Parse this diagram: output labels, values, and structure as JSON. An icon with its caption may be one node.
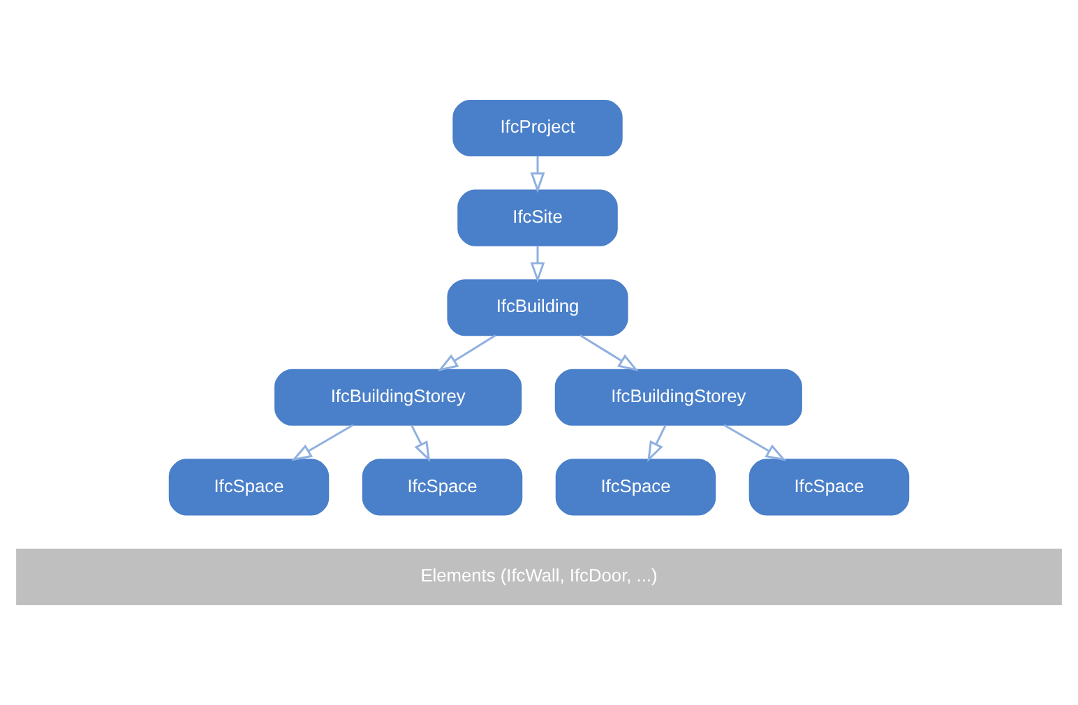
{
  "diagram": {
    "nodes": [
      {
        "text": [
          "IfcProject"
        ]
      },
      {
        "text": [
          "IfcSite"
        ]
      },
      {
        "text": [
          "IfcBuilding"
        ]
      },
      {
        "text": [
          "IfcBuildingStorey"
        ]
      },
      {
        "text": [
          "IfcBuildingStorey"
        ]
      },
      {
        "text": [
          "IfcSpace"
        ]
      },
      {
        "text": [
          "IfcSpace"
        ]
      },
      {
        "text": [
          "IfcSpace"
        ]
      },
      {
        "text": [
          "IfcSpace"
        ]
      },
      {
        "text": [
          "Elements (IfcWall, IfcDoor, ...)"
        ]
      }
    ],
    "edges": [
      {
        "from": 0,
        "to": 1,
        "arrow": "to"
      },
      {
        "from": 1,
        "to": 2,
        "arrow": "to"
      },
      {
        "from": 2,
        "to": 3,
        "arrow": "to"
      },
      {
        "from": 2,
        "to": 4,
        "arrow": "to"
      },
      {
        "from": 3,
        "to": 5,
        "arrow": "to"
      },
      {
        "from": 3,
        "to": 6,
        "arrow": "to"
      },
      {
        "from": 4,
        "to": 7,
        "arrow": "to"
      },
      {
        "from": 4,
        "to": 8,
        "arrow": "to"
      }
    ]
  }
}
